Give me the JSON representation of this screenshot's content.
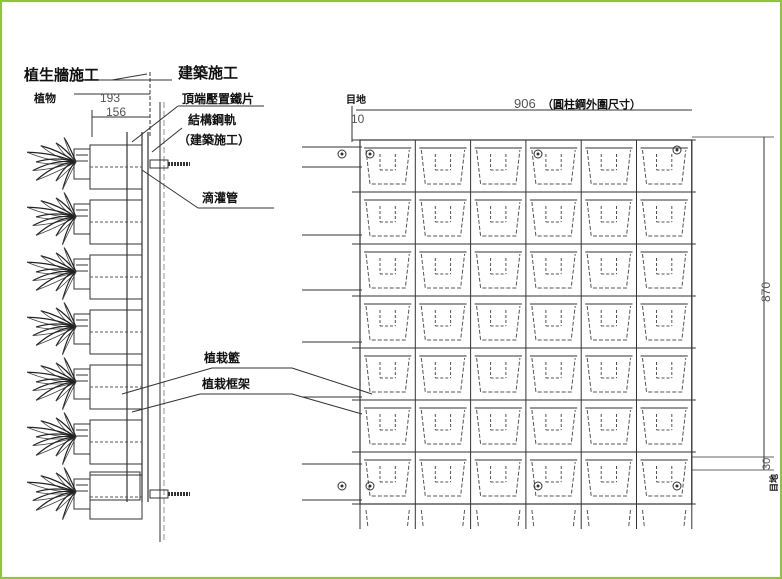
{
  "labels": {
    "green_wall_construction": "植生牆施工",
    "building_construction": "建築施工",
    "plants": "植物",
    "top_press_iron_plate": "頂端壓置鐵片",
    "structural_steel_rail": "結構鋼軌",
    "building_construction_paren": "（建築施工）",
    "drip_irrigation_pipe": "滴灌管",
    "planting_basket": "植栽籃",
    "planting_frame": "植栽框架",
    "grade_mark_top": "目地",
    "grade_mark_right": "目地"
  },
  "dimensions": {
    "d193": "193",
    "d156": "156",
    "d10": "10",
    "d906": "906",
    "d906_note": "（圓柱鋼外圍尺寸）",
    "d870": "870",
    "d30": "30"
  },
  "colors": {
    "border": "#8cc63f",
    "line": "#333333",
    "hidden_line": "#555555"
  },
  "grid": {
    "columns": 6,
    "rows": 7
  }
}
